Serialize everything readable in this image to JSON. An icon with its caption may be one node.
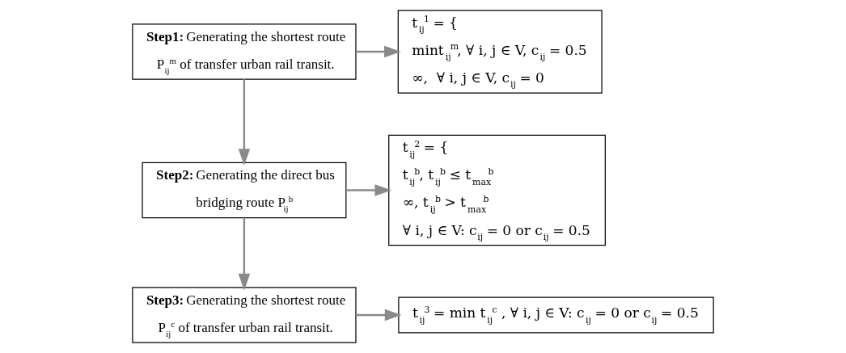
{
  "diagram": {
    "nodes": [
      {
        "text": [
          "**Step1:** Generating the shortest route P$_{ij}$$^{m}$ of transfer urban rail transit."
        ]
      },
      {
        "text": [
          "t$_{ij}$$^{1}$ = {",
          "mint$_{ij}$$^{m}$, ∀ i, j ∈ V, c$_{ij}$ = 0.5",
          "∞,  ∀ i, j ∈ V, c$_{ij}$ = 0"
        ]
      },
      {
        "text": [
          "**Step2:** Generating the direct bus bridging route P$_{ij}$$^{b}$"
        ]
      },
      {
        "text": [
          "t$_{ij}$$^{2}$ = {",
          "t$_{ij}$$^{b}$, t$_{ij}$$^{b}$ ≤ t$_{max}$$^{b}$",
          "∞, t$_{ij}$$^{b}$ > t$_{max}$$^{b}$",
          "∀ i, j ∈ V: c$_{ij}$ = 0 or c$_{ij}$ = 0.5"
        ]
      },
      {
        "text": [
          "**Step3:** Generating the shortest route P$_{ij}$$^{c}$ of transfer urban rail transit."
        ]
      },
      {
        "text": [
          "t$_{ij}$$^{3}$ = min t$_{ij}$$^{c}$ , ∀ i, j ∈ V: c$_{ij}$ = 0 or c$_{ij}$ = 0.5"
        ]
      }
    ],
    "edges": [
      {
        "from": 0,
        "to": 1,
        "arrow": "to"
      },
      {
        "from": 0,
        "to": 2,
        "arrow": "to"
      },
      {
        "from": 2,
        "to": 3,
        "arrow": "to"
      },
      {
        "from": 2,
        "to": 4,
        "arrow": "to"
      },
      {
        "from": 4,
        "to": 5,
        "arrow": "to"
      }
    ]
  }
}
